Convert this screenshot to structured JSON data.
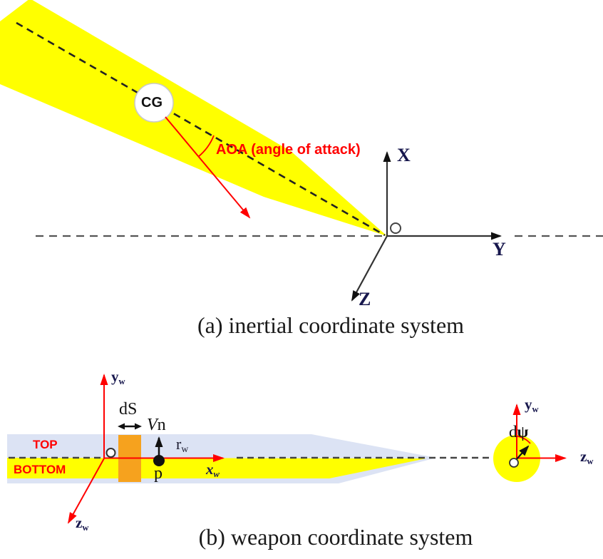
{
  "colors": {
    "body_yellow": "#ffff00",
    "body_shadow": "#dce3f4",
    "surface_orange": "#f6a21e",
    "accent_red": "#ff0000",
    "axis_label_navy": "#17174d",
    "ink": "#111111"
  },
  "panel_a": {
    "caption": "(a) inertial coordinate system",
    "cg_label": "CG",
    "aoa_label": "AOA (angle of attack)",
    "axis_x": "X",
    "axis_y": "Y",
    "axis_z": "Z"
  },
  "panel_b": {
    "caption": "(b) weapon coordinate system",
    "top_label": "TOP",
    "bottom_label": "BOTTOM",
    "ds_label": "dS",
    "v_main": "V",
    "v_rest": "n",
    "r_main": "r",
    "x_main": "x",
    "y_main": "y",
    "z_main": "z",
    "sub_w": "w",
    "p_label": "p",
    "dpsi_d": "d",
    "dpsi_sym": "ψ"
  }
}
